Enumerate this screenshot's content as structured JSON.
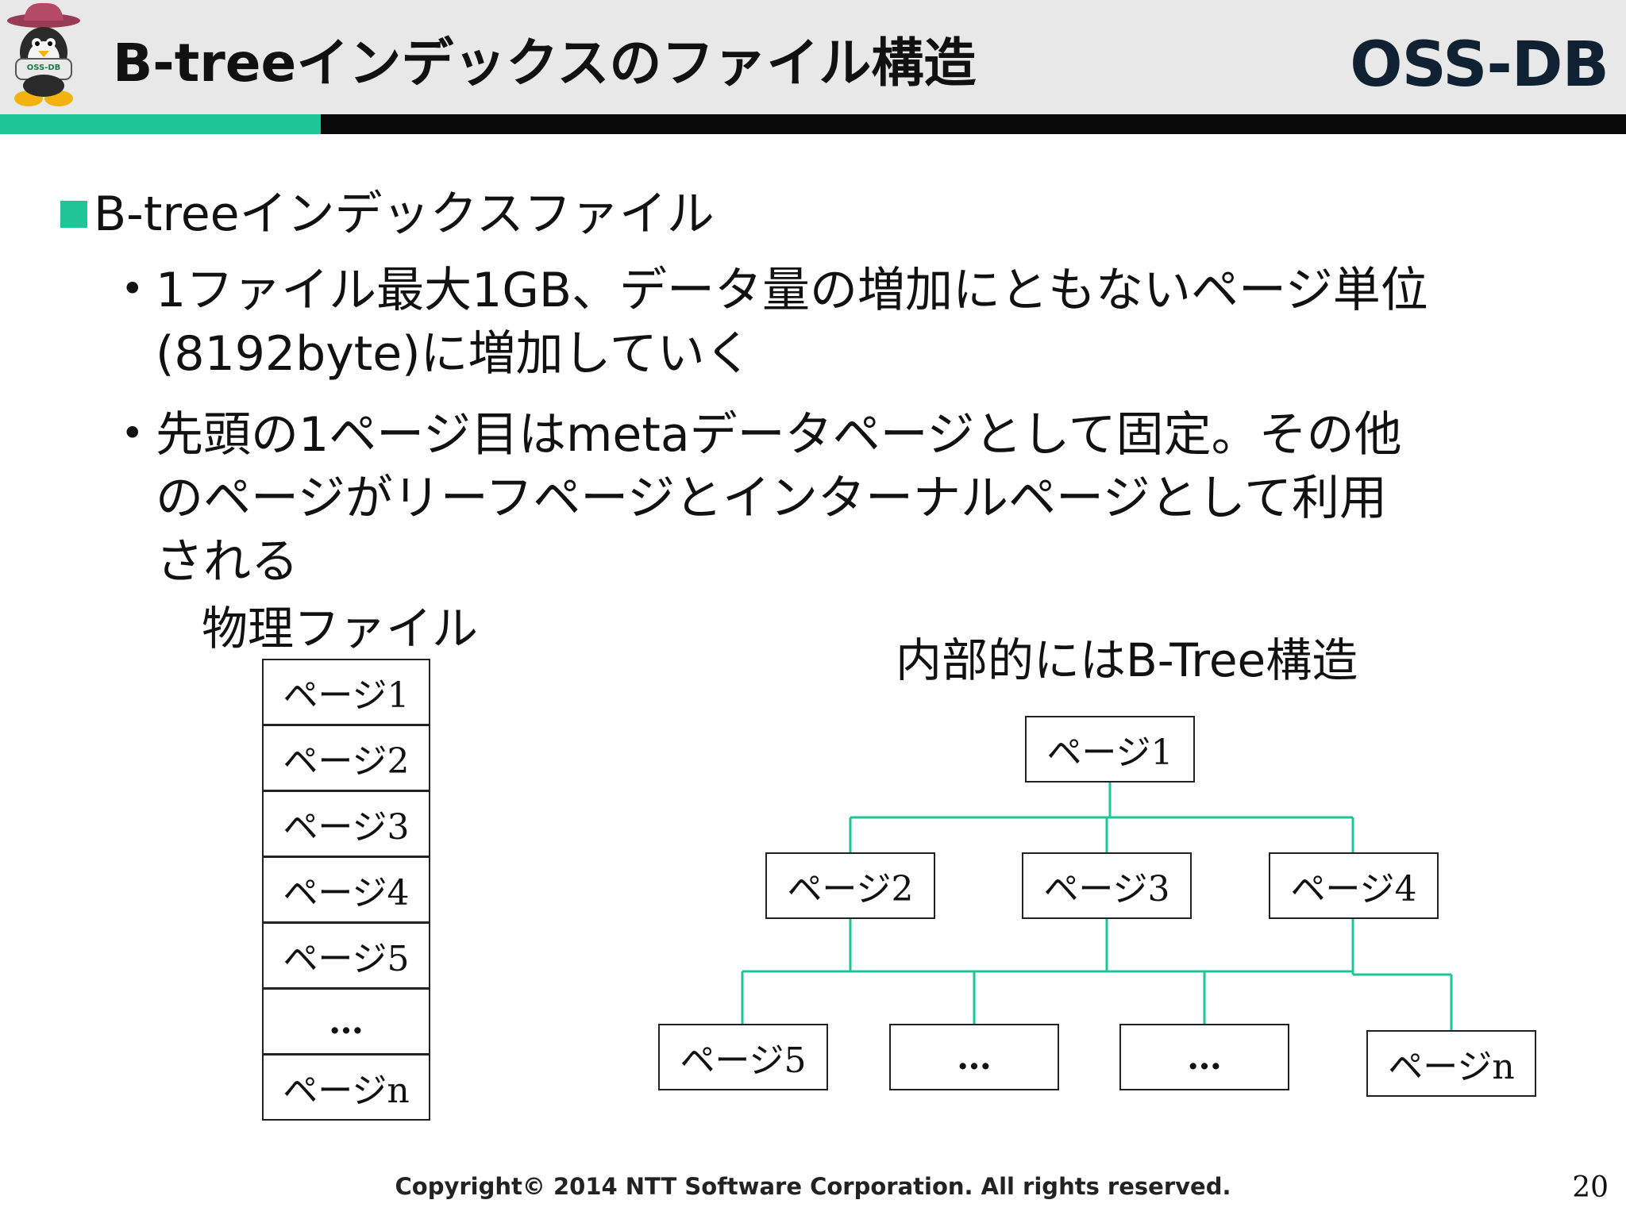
{
  "header": {
    "title": "B-treeインデックスのファイル構造",
    "logo": "OSS-DB",
    "mascot_badge": "OSS-DB"
  },
  "colors": {
    "accent": "#1fc597",
    "dark": "#0a0a0a",
    "header_bg": "#e8e8e8",
    "connector": "#1fc597"
  },
  "content": {
    "heading": "B-treeインデックスファイル",
    "bullet1_line1": "1ファイル最大1GB、データ量の増加にともないページ単位",
    "bullet1_line2": "(8192byte)に増加していく",
    "bullet2_line1": "先頭の1ページ目はmetaデータページとして固定。その他",
    "bullet2_line2": "のページがリーフページとインターナルページとして利用",
    "bullet2_line3": "される"
  },
  "physical_file": {
    "label": "物理ファイル",
    "pages": [
      "ページ1",
      "ページ2",
      "ページ3",
      "ページ4",
      "ページ5",
      "…",
      "ページn"
    ]
  },
  "btree": {
    "label": "内部的にはB-Tree構造",
    "root": "ページ1",
    "level1": [
      "ページ2",
      "ページ3",
      "ページ4"
    ],
    "level2": [
      "ページ5",
      "…",
      "…",
      "ページn"
    ]
  },
  "footer": {
    "copyright": "Copyright© 2014 NTT Software Corporation. All rights reserved.",
    "page_number": "20"
  }
}
